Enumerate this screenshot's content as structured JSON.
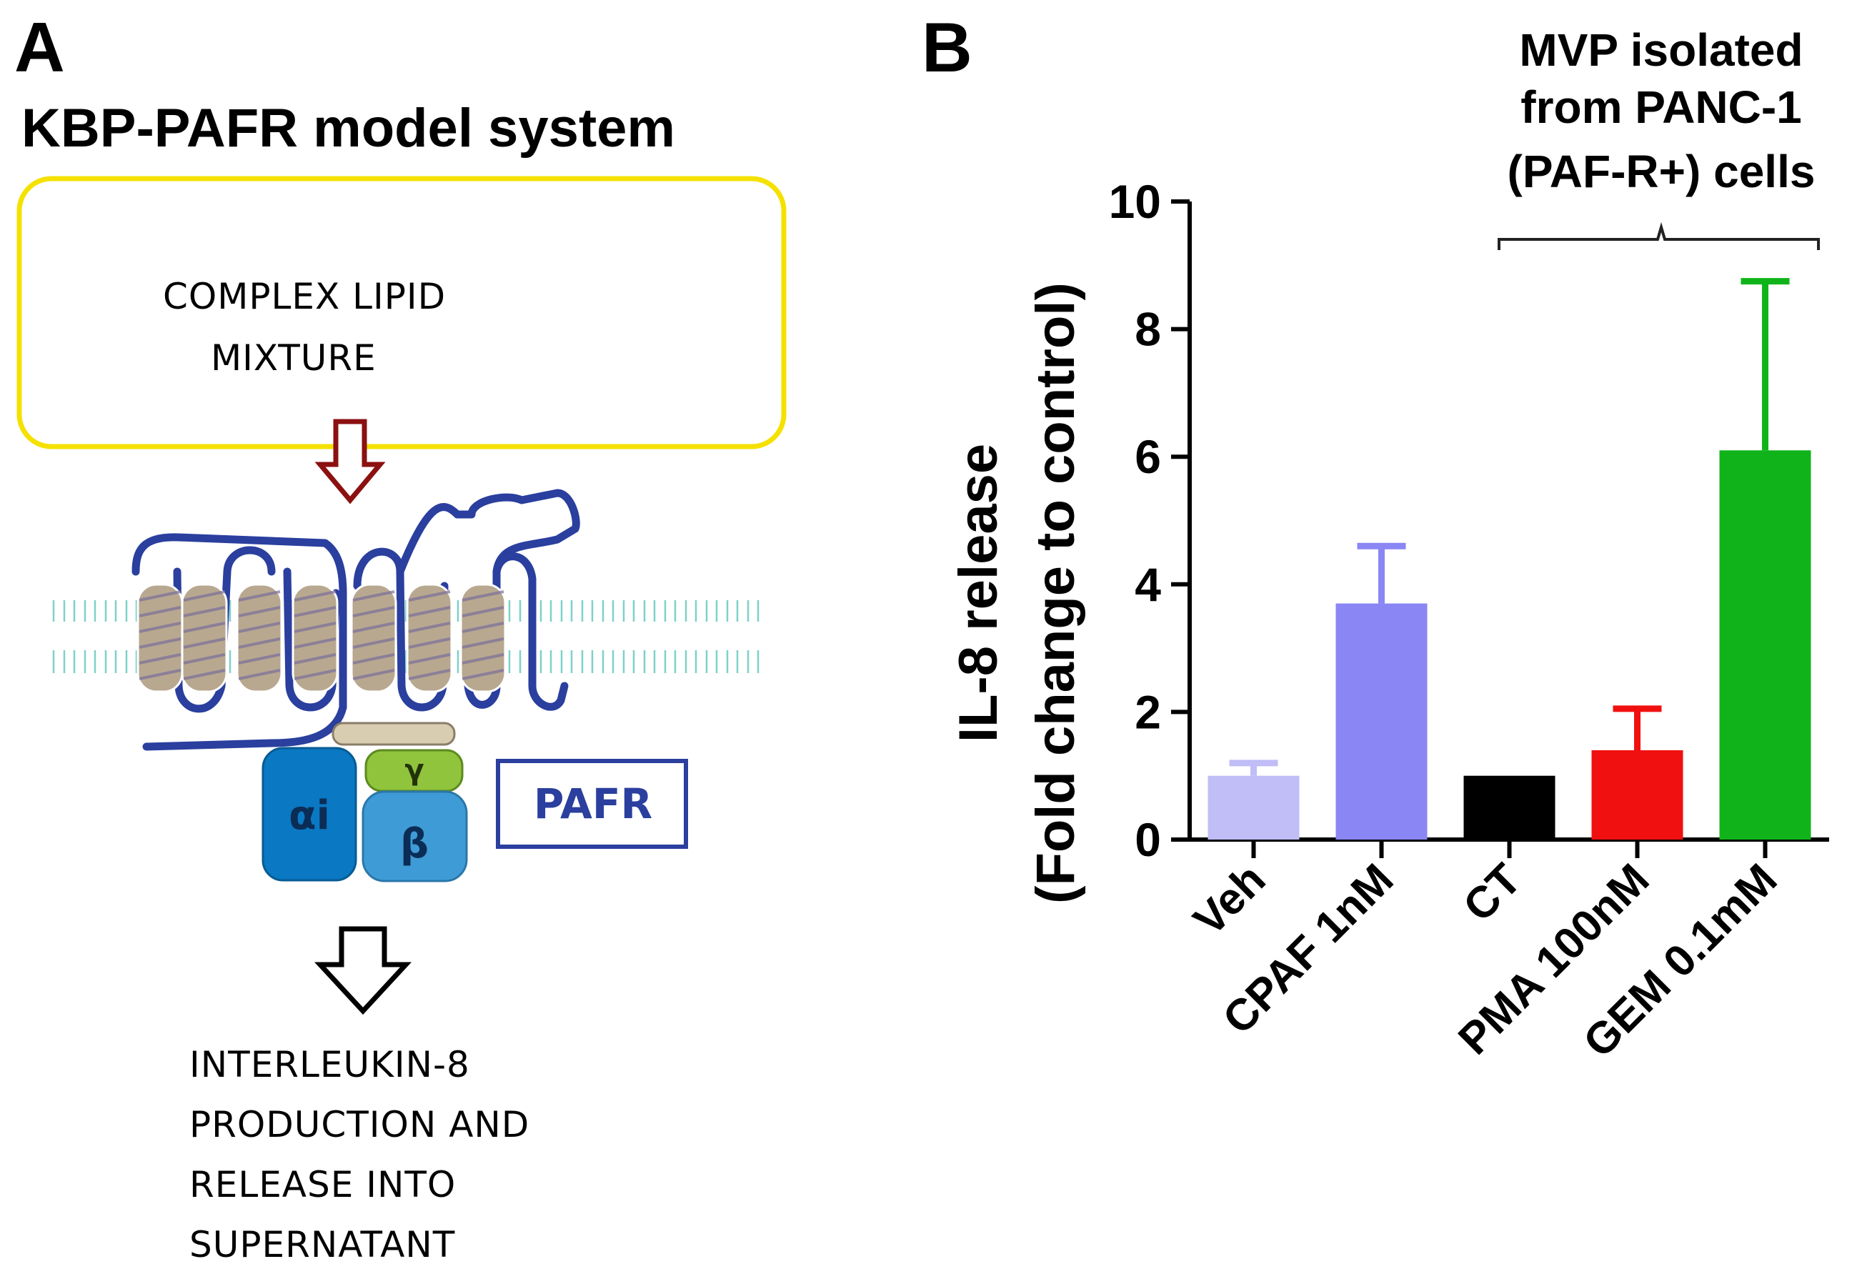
{
  "panel_a": {
    "letter": "A",
    "title": "KBP-PAFR model system",
    "box_lines": [
      "COMPLEX LIPID",
      "MIXTURE"
    ],
    "subunit_alpha": "αi",
    "subunit_gamma": "γ",
    "subunit_beta": "β",
    "receptor_label": "PAFR",
    "output_lines": [
      "INTERLEUKIN-8",
      "PRODUCTION AND",
      "RELEASE INTO",
      "SUPERNATANT"
    ],
    "colors": {
      "box_border": "#f5e100",
      "arrow_down": "#8b1010",
      "receptor": "#2a3f9e",
      "alpha": "#0a78c2",
      "beta": "#3f9bd6",
      "gamma": "#8fc43c"
    }
  },
  "panel_b": {
    "letter": "B",
    "bracket_lines": [
      "MVP isolated",
      "from PANC-1",
      "(PAF-R+) cells"
    ]
  },
  "chart_data": {
    "type": "bar",
    "title": "",
    "xlabel": "",
    "ylabel_lines": [
      "IL-8 release",
      "(Fold change to control)"
    ],
    "ylim": [
      0,
      10
    ],
    "yticks": [
      "0",
      "2",
      "4",
      "6",
      "8",
      "10"
    ],
    "categories": [
      "Veh",
      "CPAF 1nM",
      "CT",
      "PMA 100nM",
      "GEM 0.1mM"
    ],
    "values": [
      1.0,
      3.7,
      1.0,
      1.4,
      6.1
    ],
    "errors": [
      0.2,
      0.9,
      0.0,
      0.65,
      2.65
    ],
    "colors": [
      "#c0bdf7",
      "#8a86f4",
      "#000000",
      "#f01010",
      "#10b41a"
    ],
    "grid": false,
    "legend": "none",
    "bracket_categories": [
      "CT",
      "PMA 100nM",
      "GEM 0.1mM"
    ]
  }
}
